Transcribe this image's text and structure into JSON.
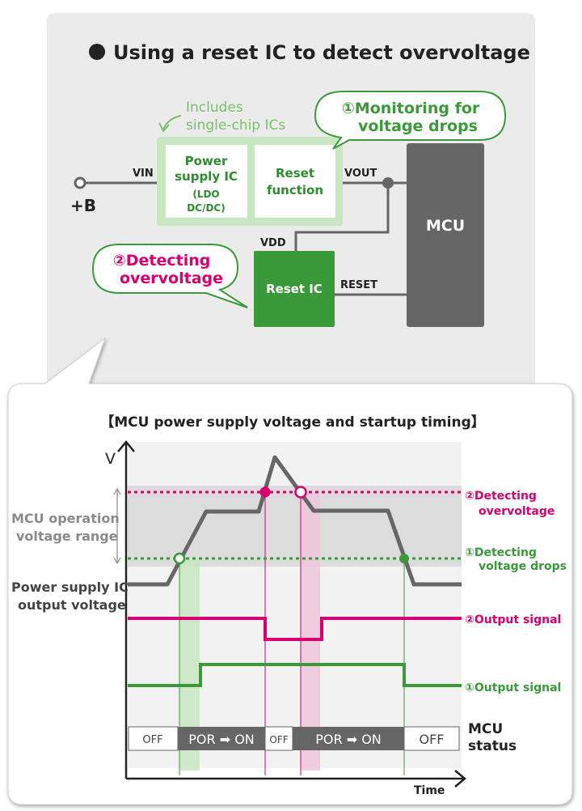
{
  "top_panel": {
    "title": "Using a reset IC to detect overvoltage",
    "includes_note": [
      "Includes",
      "single-chip ICs"
    ],
    "pin_vin": "VIN",
    "pin_vout": "VOUT",
    "pin_vdd": "VDD",
    "pin_reset": "RESET",
    "terminal_b": "+B",
    "power_supply_ic": [
      "Power",
      "supply IC"
    ],
    "power_supply_ic_sub": [
      "(LDO",
      "DC/DC)"
    ],
    "reset_function": [
      "Reset",
      "function"
    ],
    "mcu": "MCU",
    "reset_ic": "Reset IC",
    "callout_monitoring": [
      "①Monitoring for",
      "voltage drops"
    ],
    "callout_detecting": [
      "②Detecting",
      "overvoltage"
    ]
  },
  "timing_panel": {
    "title": "【MCU power supply voltage and startup timing】",
    "y_axis_label": "V",
    "x_axis_label": "Time",
    "range_label": [
      "MCU operation",
      "voltage range"
    ],
    "supply_label": [
      "Power supply IC",
      "output voltage"
    ],
    "overvoltage_label": [
      "②Detecting",
      "overvoltage"
    ],
    "drop_label": [
      "①Detecting",
      "voltage drops"
    ],
    "output2_label": "②Output signal",
    "output1_label": "①Output signal",
    "mcu_status_label": [
      "MCU",
      "status"
    ],
    "status_segments": [
      "OFF",
      "POR ➡ ON",
      "OFF",
      "POR ➡ ON",
      "OFF"
    ]
  },
  "colors": {
    "green": "#3a9a3a",
    "dark_green": "#2e8b2e",
    "light_green": "#c9e6c3",
    "magenta": "#d6006f",
    "gray_dark": "#666666",
    "gray_panel": "#ebebeb",
    "gray_band": "#dcdcdc"
  }
}
